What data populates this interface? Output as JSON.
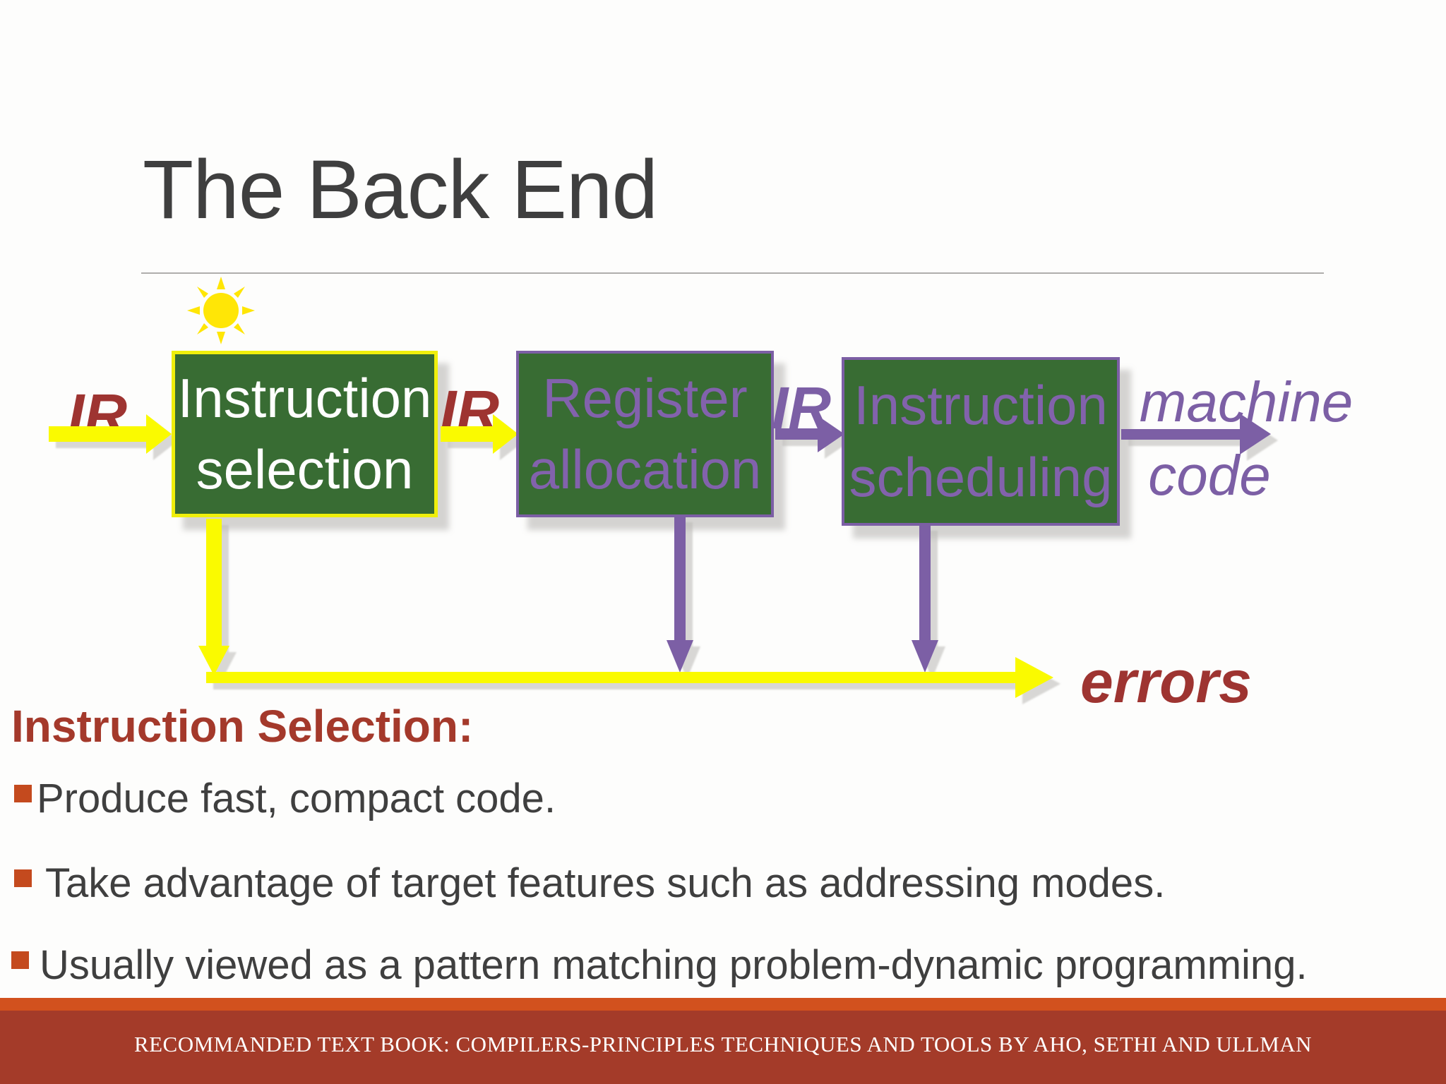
{
  "slide": {
    "title": "The Back End",
    "colors": {
      "title_gray": "#3f3f3f",
      "body_gray": "#3f3f3f",
      "ir_red": "#9e3431",
      "heading_red": "#a4392b",
      "bullet_square_orange": "#c44a1e",
      "arrow_yellow": "#fafa00",
      "purple": "#7c5fa5",
      "box_green": "#386c33",
      "footer_strip_orange": "#d2511e",
      "footer_bar_red": "#a43b29"
    },
    "diagram": {
      "sun_icon": "sun-icon",
      "input_label": "IR",
      "ir_label_2": "IR",
      "ir_label_3": "IR",
      "boxes": [
        {
          "line1": "Instruction",
          "line2": "selection"
        },
        {
          "line1": "Register",
          "line2": "allocation"
        },
        {
          "line1": "Instruction",
          "line2": "scheduling"
        }
      ],
      "output_line1": "machine",
      "output_line2": "code",
      "errors_label": "errors"
    },
    "body": {
      "heading": "Instruction Selection:",
      "bullets": [
        "Produce fast, compact code.",
        "Take advantage of target features such as addressing modes.",
        "Usually viewed as a pattern matching problem-dynamic programming."
      ]
    },
    "footer": {
      "text": "RECOMMANDED TEXT BOOK: COMPILERS-PRINCIPLES TECHNIQUES AND TOOLS BY AHO, SETHI AND ULLMAN"
    }
  }
}
